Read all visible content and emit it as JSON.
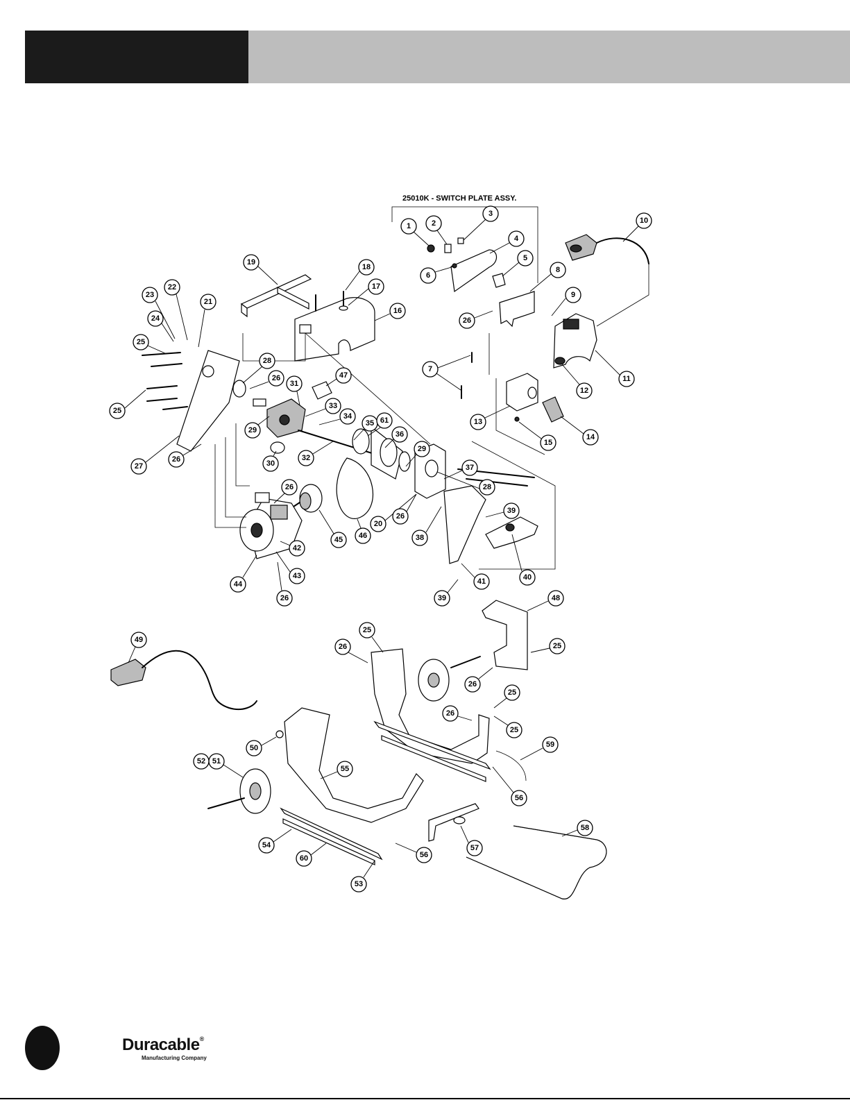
{
  "header": {
    "left_color": "#1b1b1b",
    "right_color": "#bdbdbd"
  },
  "diagram": {
    "assembly_title": "25010K - SWITCH PLATE ASSY.",
    "callouts": [
      "1",
      "2",
      "3",
      "4",
      "5",
      "6",
      "7",
      "8",
      "9",
      "10",
      "11",
      "12",
      "13",
      "14",
      "15",
      "16",
      "17",
      "18",
      "19",
      "20",
      "21",
      "22",
      "23",
      "24",
      "25",
      "26",
      "27",
      "28",
      "29",
      "30",
      "31",
      "32",
      "33",
      "34",
      "35",
      "36",
      "37",
      "38",
      "39",
      "40",
      "41",
      "42",
      "43",
      "44",
      "45",
      "46",
      "47",
      "48",
      "49",
      "50",
      "51",
      "52",
      "53",
      "54",
      "55",
      "56",
      "57",
      "58",
      "59",
      "60",
      "61"
    ]
  },
  "footer": {
    "brand": "Duracable",
    "brand_mark": "®",
    "brand_sub": "Manufacturing Company"
  }
}
